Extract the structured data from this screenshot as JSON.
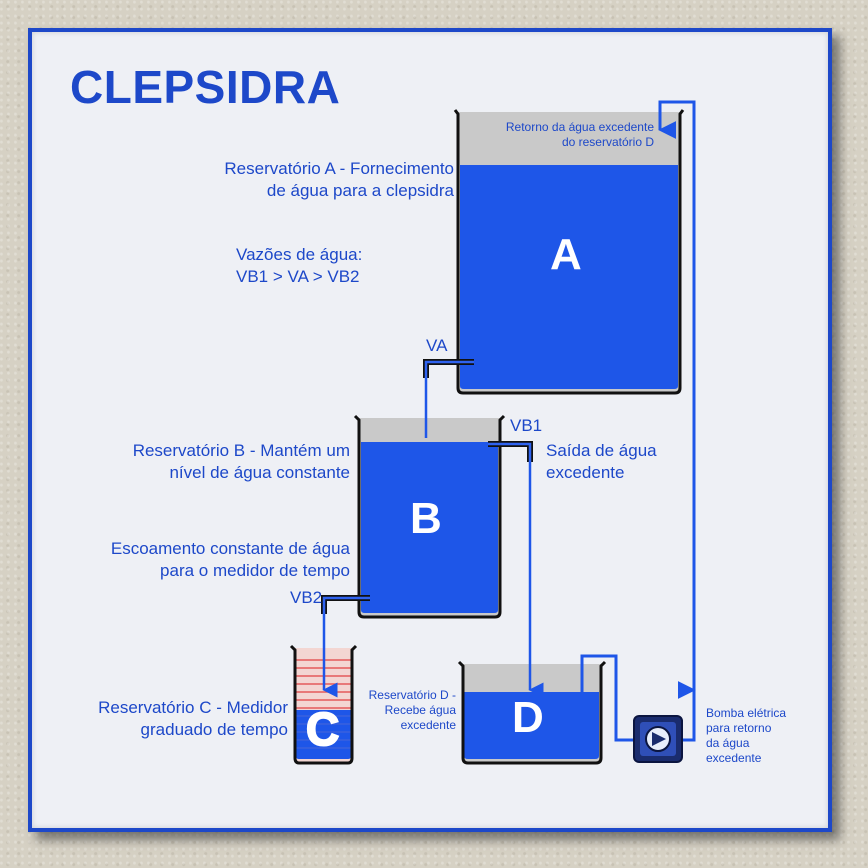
{
  "title": "CLEPSIDRA",
  "labels": {
    "reservoir_a_line1": "Reservatório A - Fornecimento",
    "reservoir_a_line2": "de água para a clepsidra",
    "flows_title": "Vazões de água:",
    "flows_formula": "VB1 > VA > VB2",
    "return_line1": "Retorno da água excedente",
    "return_line2": "do reservatório D",
    "va": "VA",
    "vb1": "VB1",
    "vb2": "VB2",
    "reservoir_b_line1": "Reservatório B - Mantém um",
    "reservoir_b_line2": "nível de água constante",
    "overflow_line1": "Saída de água",
    "overflow_line2": "excedente",
    "outflow_line1": "Escoamento constante de água",
    "outflow_line2": "para o medidor de tempo",
    "reservoir_c_line1": "Reservatório C - Medidor",
    "reservoir_c_line2": "graduado de tempo",
    "reservoir_d_line1": "Reservatório D -",
    "reservoir_d_line2": "Recebe água",
    "reservoir_d_line3": "excedente",
    "pump_line1": "Bomba elétrica",
    "pump_line2": "para retorno",
    "pump_line3": "da água",
    "pump_line4": "excedente"
  },
  "tank_letters": {
    "a": "A",
    "b": "B",
    "c": "C",
    "d": "D"
  },
  "colors": {
    "water": "#1e56e8",
    "text": "#1d48c9",
    "panel": "#eef0f5",
    "graduation": "#e45a5a"
  },
  "icons": {
    "pump": "pump-icon"
  }
}
